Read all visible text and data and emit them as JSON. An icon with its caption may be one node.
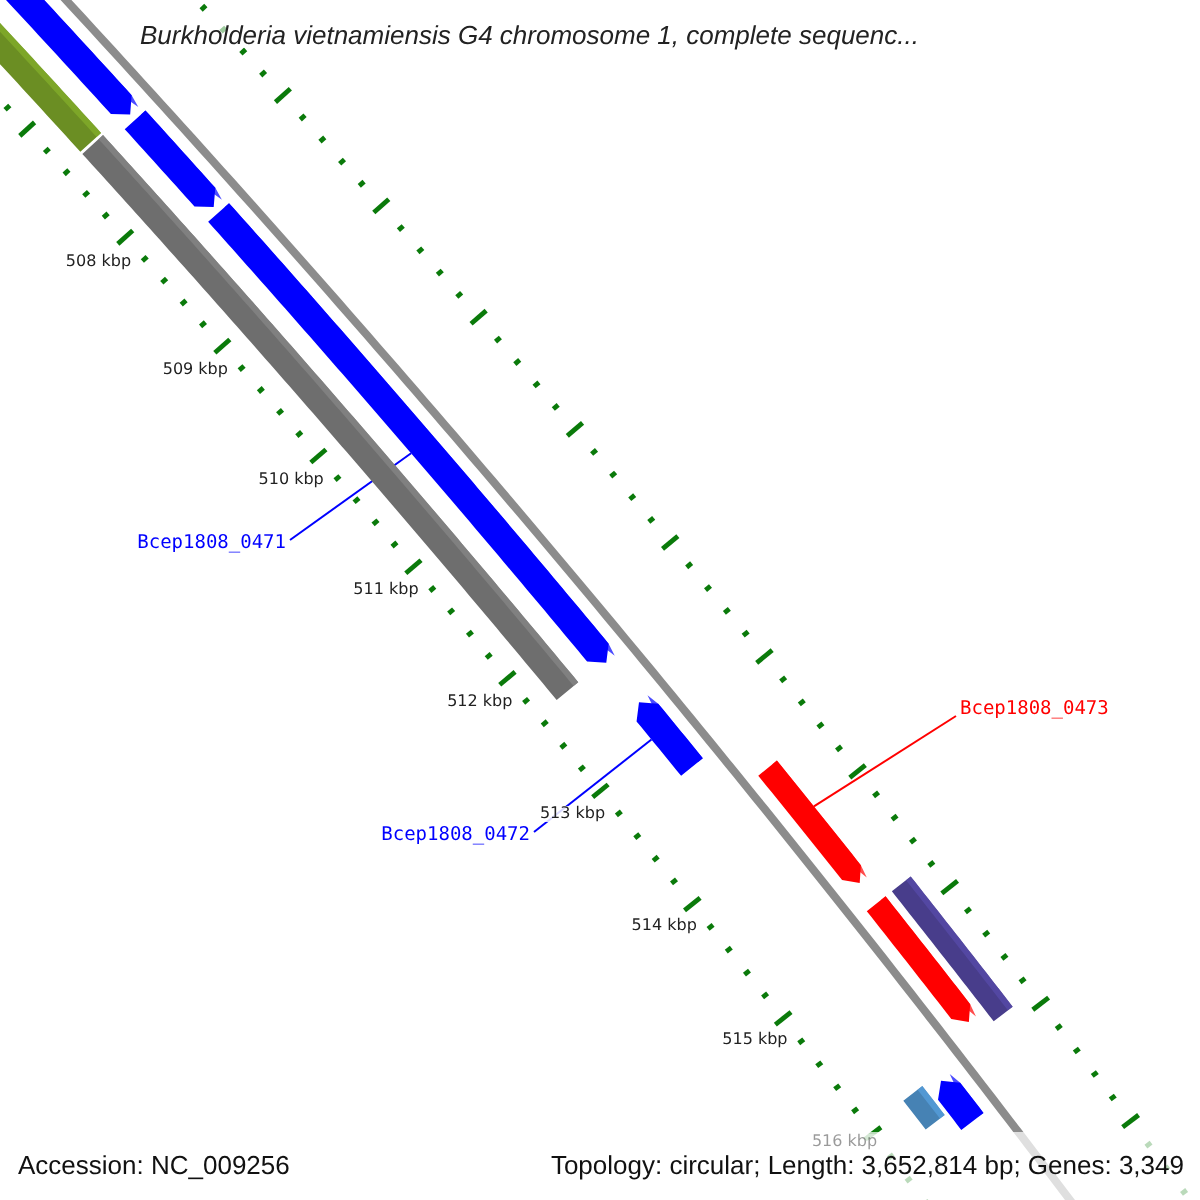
{
  "diagram": {
    "title": "Burkholderia vietnamiensis G4 chromosome 1, complete sequenc...",
    "nodes": [
      {
        "text": [],
        "shape": "bar"
      },
      {
        "text": [],
        "shape": "bar"
      },
      {
        "text": [],
        "shape": "bar"
      },
      {
        "text": [],
        "shape": "bar"
      },
      {
        "text": [],
        "shape": "bar"
      },
      {
        "text": [
          "Bcep1808_0471"
        ]
      },
      {
        "text": [],
        "shape": "bar"
      },
      {
        "text": [
          "Bcep1808_0472"
        ]
      },
      {
        "text": [
          "Bcep1808_0473"
        ]
      },
      {
        "text": [],
        "shape": "bar"
      },
      {
        "text": [],
        "shape": "bar"
      },
      {
        "text": [],
        "shape": "bar"
      },
      {
        "text": [],
        "shape": "bar"
      },
      {
        "text": [],
        "shape": "bar"
      }
    ],
    "edges": [
      {
        "from": 5,
        "to": 4,
        "arrow": "none"
      },
      {
        "from": 7,
        "to": 6,
        "arrow": "none"
      },
      {
        "from": 8,
        "to": 9,
        "arrow": "none",
        "color": "#ff0000"
      }
    ],
    "labels": [
      "508 kbp",
      "509 kbp",
      "510 kbp",
      "511 kbp",
      "512 kbp",
      "513 kbp",
      "514 kbp",
      "515 kbp",
      "516 kbp",
      "Accession: NC_009256",
      "Topology: circular; Length: 3,652,814 bp; Genes: 3,349"
    ]
  }
}
